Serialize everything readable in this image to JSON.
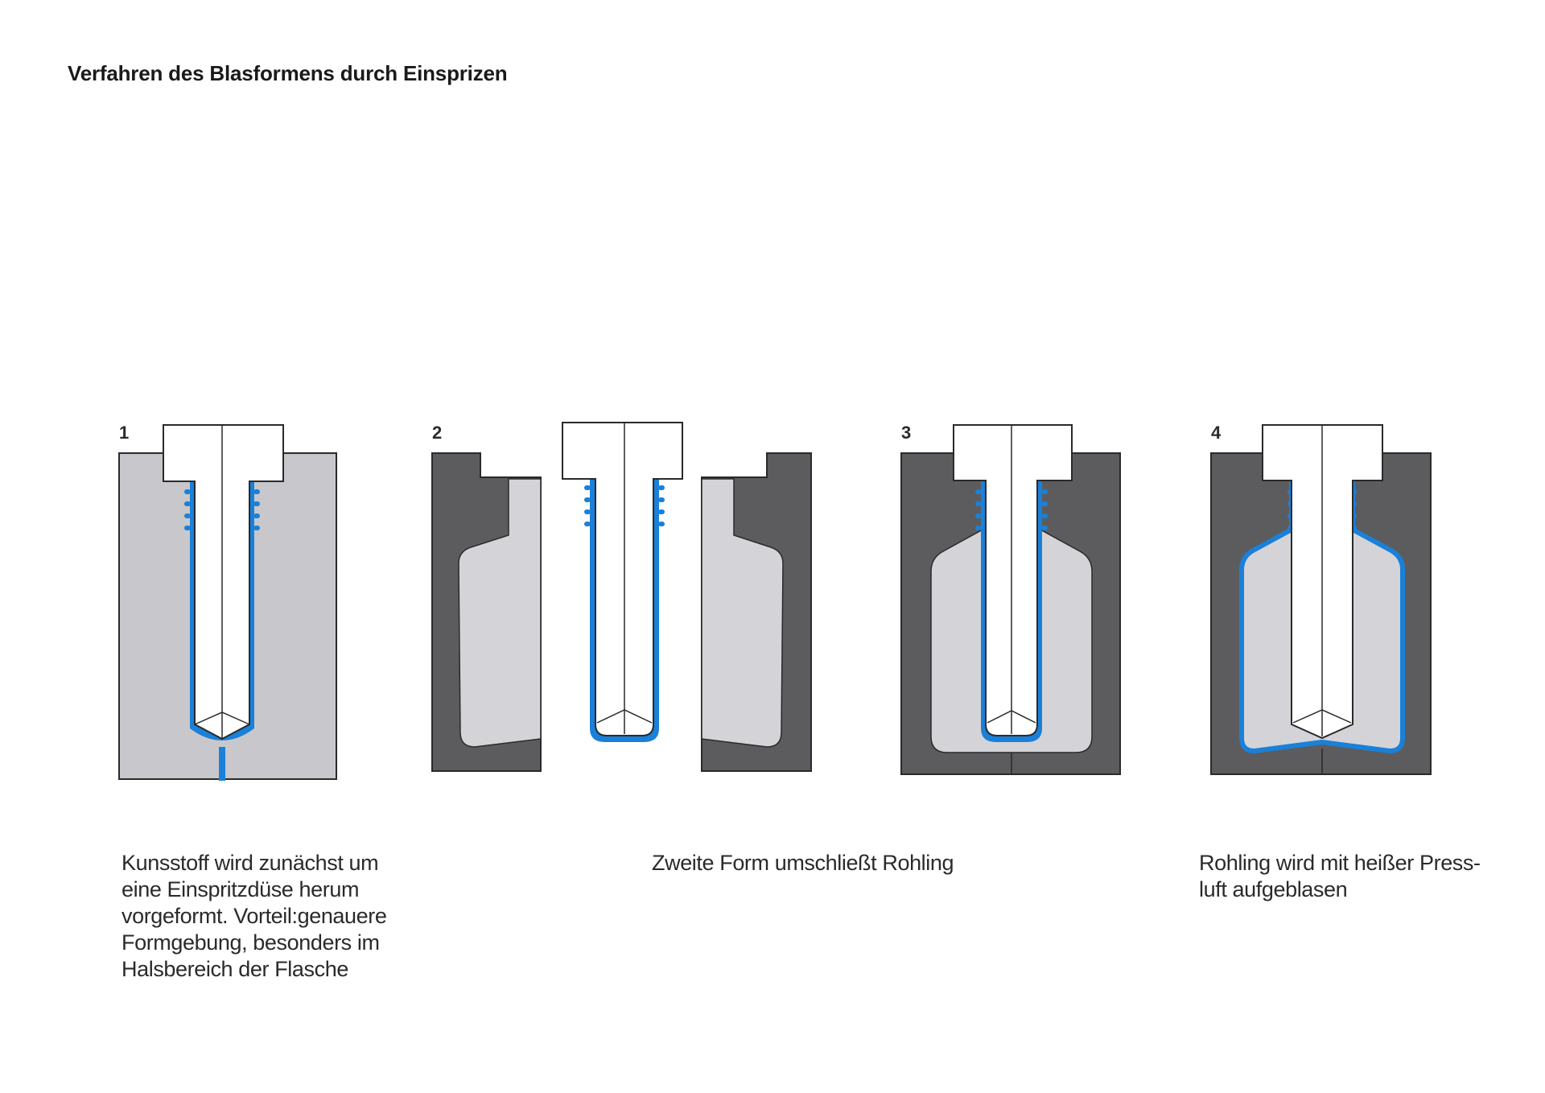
{
  "title": "Verfahren des Blasformens durch Einsprizen",
  "colors": {
    "light_mold": "#c8c8cc",
    "dark_mold": "#5c5c5e",
    "cavity": "#d4d4d8",
    "plastic": "#1a80d8",
    "core": "#ffffff",
    "outline": "#2a2a2a"
  },
  "steps": [
    {
      "number": "1"
    },
    {
      "number": "2"
    },
    {
      "number": "3"
    },
    {
      "number": "4"
    }
  ],
  "captions": [
    {
      "lines": [
        "Kunsstoff wird zunächst um",
        "eine Einspritzdüse herum",
        "vorgeformt. Vorteil:genauere",
        "Formgebung, besonders im",
        "Halsbereich der Flasche"
      ]
    },
    {
      "lines": [
        "Zweite Form umschließt Rohling"
      ]
    },
    {
      "lines": [
        "Rohling wird mit heißer Press-",
        "luft aufgeblasen"
      ]
    }
  ]
}
